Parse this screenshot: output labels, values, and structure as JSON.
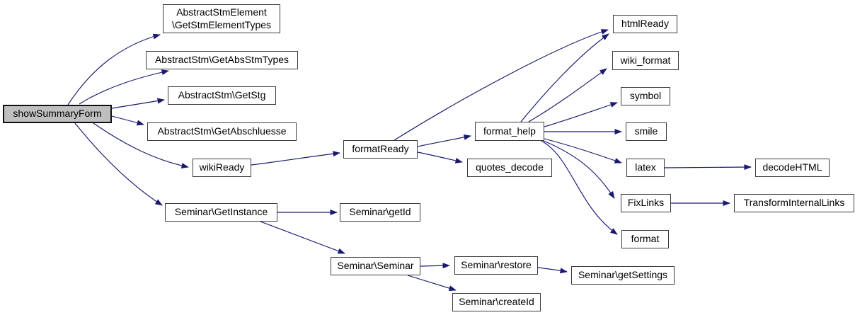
{
  "diagram": {
    "type": "doxygen-call-graph",
    "root_function": "showSummaryForm",
    "colors": {
      "edge": "#191970",
      "node_border": "#3c3c3c",
      "node_fill": "#ffffff",
      "root_node_fill": "#bfbfbf",
      "root_node_border": "#111111",
      "text": "#000000",
      "background": "#ffffff"
    },
    "nodes": [
      {
        "id": "showSummaryForm",
        "label": "showSummaryForm",
        "root": true
      },
      {
        "id": "AbstractStmElement\\GetStmElementTypes",
        "label": "AbstractStmElement\n\\GetStmElementTypes"
      },
      {
        "id": "AbstractStm\\GetAbsStmTypes",
        "label": "AbstractStm\\GetAbsStmTypes"
      },
      {
        "id": "AbstractStm\\GetStg",
        "label": "AbstractStm\\GetStg"
      },
      {
        "id": "AbstractStm\\GetAbschluesse",
        "label": "AbstractStm\\GetAbschluesse"
      },
      {
        "id": "wikiReady",
        "label": "wikiReady"
      },
      {
        "id": "Seminar\\GetInstance",
        "label": "Seminar\\GetInstance"
      },
      {
        "id": "formatReady",
        "label": "formatReady"
      },
      {
        "id": "Seminar\\getId",
        "label": "Seminar\\getId"
      },
      {
        "id": "Seminar\\Seminar",
        "label": "Seminar\\Seminar"
      },
      {
        "id": "format_help",
        "label": "format_help"
      },
      {
        "id": "quotes_decode",
        "label": "quotes_decode"
      },
      {
        "id": "Seminar\\restore",
        "label": "Seminar\\restore"
      },
      {
        "id": "Seminar\\createId",
        "label": "Seminar\\createId"
      },
      {
        "id": "htmlReady",
        "label": "htmlReady"
      },
      {
        "id": "wiki_format",
        "label": "wiki_format"
      },
      {
        "id": "symbol",
        "label": "symbol"
      },
      {
        "id": "smile",
        "label": "smile"
      },
      {
        "id": "latex",
        "label": "latex"
      },
      {
        "id": "FixLinks",
        "label": "FixLinks"
      },
      {
        "id": "format",
        "label": "format"
      },
      {
        "id": "decodeHTML",
        "label": "decodeHTML"
      },
      {
        "id": "TransformInternalLinks",
        "label": "TransformInternalLinks"
      },
      {
        "id": "Seminar\\getSettings",
        "label": "Seminar\\getSettings"
      }
    ],
    "edges": [
      {
        "from": "showSummaryForm",
        "to": "AbstractStmElement\\GetStmElementTypes"
      },
      {
        "from": "showSummaryForm",
        "to": "AbstractStm\\GetAbsStmTypes"
      },
      {
        "from": "showSummaryForm",
        "to": "AbstractStm\\GetStg"
      },
      {
        "from": "showSummaryForm",
        "to": "AbstractStm\\GetAbschluesse"
      },
      {
        "from": "showSummaryForm",
        "to": "wikiReady"
      },
      {
        "from": "showSummaryForm",
        "to": "Seminar\\GetInstance"
      },
      {
        "from": "wikiReady",
        "to": "formatReady"
      },
      {
        "from": "formatReady",
        "to": "htmlReady"
      },
      {
        "from": "formatReady",
        "to": "format_help"
      },
      {
        "from": "formatReady",
        "to": "quotes_decode"
      },
      {
        "from": "format_help",
        "to": "htmlReady"
      },
      {
        "from": "format_help",
        "to": "wiki_format"
      },
      {
        "from": "format_help",
        "to": "symbol"
      },
      {
        "from": "format_help",
        "to": "smile"
      },
      {
        "from": "format_help",
        "to": "latex"
      },
      {
        "from": "format_help",
        "to": "FixLinks"
      },
      {
        "from": "format_help",
        "to": "format"
      },
      {
        "from": "latex",
        "to": "decodeHTML"
      },
      {
        "from": "FixLinks",
        "to": "TransformInternalLinks"
      },
      {
        "from": "Seminar\\GetInstance",
        "to": "Seminar\\getId"
      },
      {
        "from": "Seminar\\GetInstance",
        "to": "Seminar\\Seminar"
      },
      {
        "from": "Seminar\\Seminar",
        "to": "Seminar\\restore"
      },
      {
        "from": "Seminar\\Seminar",
        "to": "Seminar\\createId"
      },
      {
        "from": "Seminar\\restore",
        "to": "Seminar\\getSettings"
      }
    ]
  }
}
